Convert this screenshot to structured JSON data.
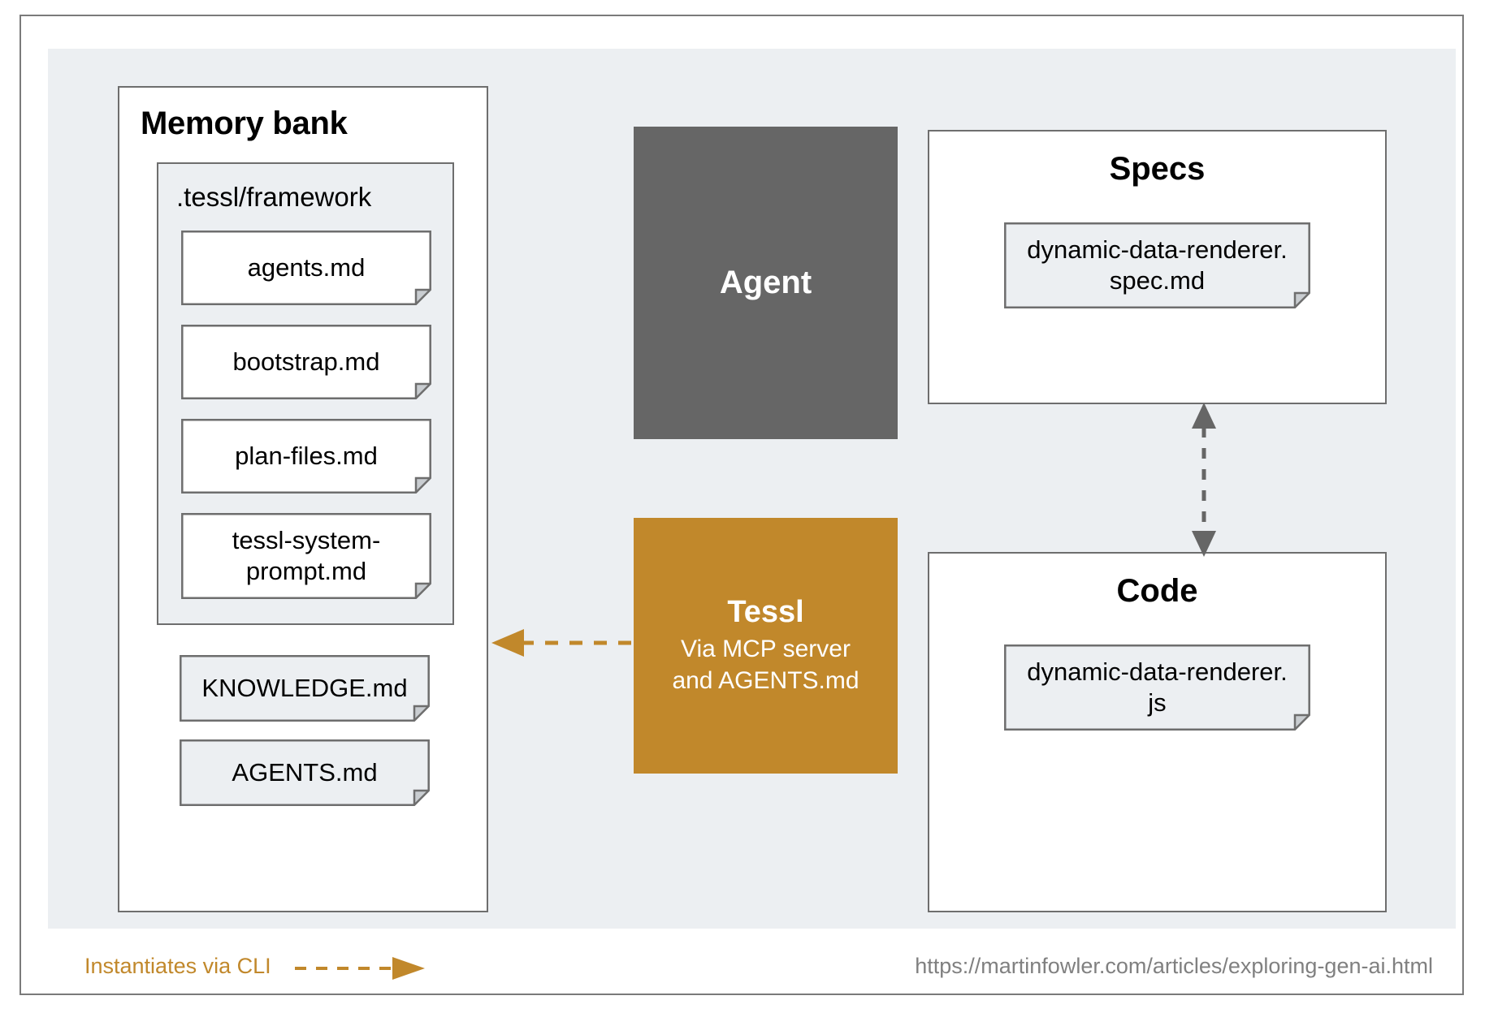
{
  "colors": {
    "stage_background": "#eceff2",
    "frame_border": "#7a7a7a",
    "shape_border": "#6e6e6e",
    "agent_fill": "#666666",
    "tessl_fill": "#c1882b",
    "accent_orange": "#c1882b",
    "card_white": "#ffffff",
    "card_gray": "#eceff2",
    "url_gray": "#808080"
  },
  "memory_bank": {
    "title": "Memory bank",
    "framework": {
      "label": ".tessl/framework",
      "files": [
        {
          "name": "agents.md"
        },
        {
          "name": "bootstrap.md"
        },
        {
          "name": "plan-files.md"
        },
        {
          "name": "tessl-system-prompt.md"
        }
      ]
    },
    "root_files": [
      {
        "name": "KNOWLEDGE.md"
      },
      {
        "name": "AGENTS.md"
      }
    ]
  },
  "agent": {
    "label": "Agent"
  },
  "tessl": {
    "title": "Tessl",
    "subtitle_line1": "Via MCP server",
    "subtitle_line2": "and AGENTS.md"
  },
  "specs": {
    "title": "Specs",
    "files": [
      {
        "line1": "dynamic-data-renderer.",
        "line2": "spec.md"
      }
    ]
  },
  "code": {
    "title": "Code",
    "files": [
      {
        "line1": "dynamic-data-renderer.",
        "line2": "js"
      }
    ]
  },
  "arrows": {
    "specs_code": {
      "style": "dashed",
      "color": "#666666",
      "heads": "both",
      "orientation": "vertical"
    },
    "tessl_memory": {
      "style": "dashed",
      "color": "#c1882b",
      "heads": "left",
      "orientation": "horizontal"
    }
  },
  "footer": {
    "legend_label": "Instantiates via CLI",
    "legend_arrow_icon": "dashed-arrow-right-icon",
    "source_url": "https://martinfowler.com/articles/exploring-gen-ai.html"
  }
}
